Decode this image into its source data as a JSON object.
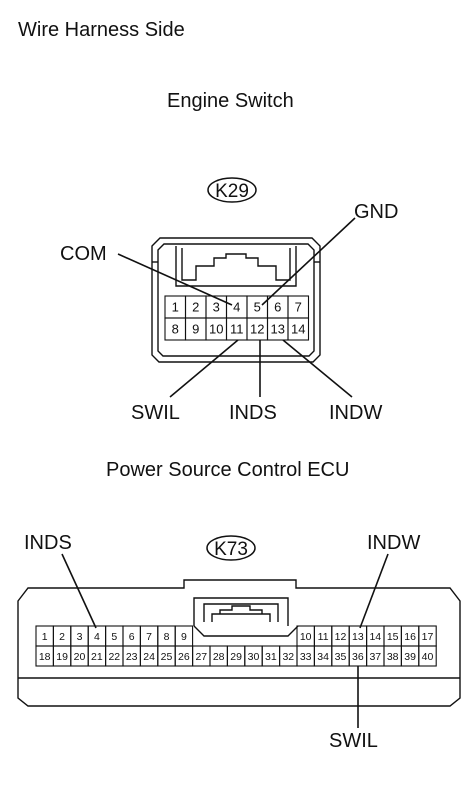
{
  "page": {
    "heading": "Wire Harness Side"
  },
  "engine_switch": {
    "title": "Engine Switch",
    "connector_id": "K29",
    "pins": [
      "1",
      "2",
      "3",
      "4",
      "5",
      "6",
      "7",
      "8",
      "9",
      "10",
      "11",
      "12",
      "13",
      "14"
    ],
    "callouts": {
      "com": "COM",
      "gnd": "GND",
      "swil": "SWIL",
      "inds": "INDS",
      "indw": "INDW"
    }
  },
  "power_ecu": {
    "title": "Power Source Control ECU",
    "connector_id": "K73",
    "pins": [
      "1",
      "2",
      "3",
      "4",
      "5",
      "6",
      "7",
      "8",
      "9",
      "10",
      "11",
      "12",
      "13",
      "14",
      "15",
      "16",
      "17",
      "18",
      "19",
      "20",
      "21",
      "22",
      "23",
      "24",
      "25",
      "26",
      "27",
      "28",
      "29",
      "30",
      "31",
      "32",
      "33",
      "34",
      "35",
      "36",
      "37",
      "38",
      "39",
      "40"
    ],
    "callouts": {
      "inds": "INDS",
      "indw": "INDW",
      "swil": "SWIL"
    }
  }
}
